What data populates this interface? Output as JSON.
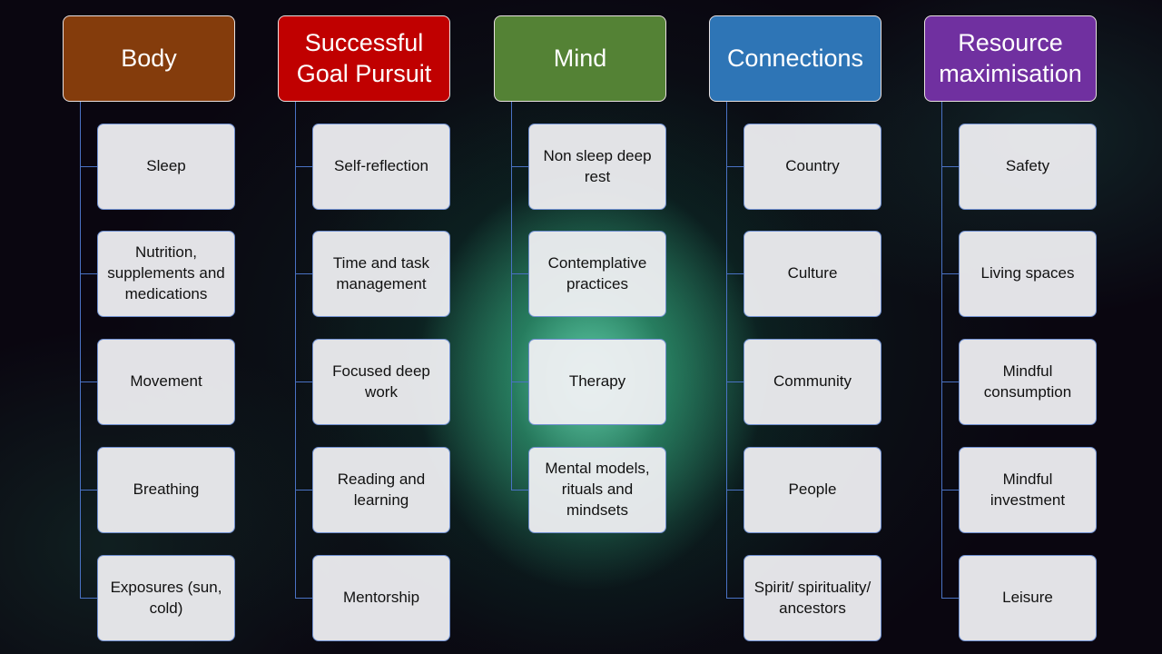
{
  "categories": [
    {
      "title": "Body",
      "color": "#843C0C",
      "items": [
        "Sleep",
        "Nutrition, supplements and medications",
        "Movement",
        "Breathing",
        "Exposures (sun, cold)"
      ]
    },
    {
      "title": "Successful Goal Pursuit",
      "color": "#C00000",
      "items": [
        "Self-reflection",
        "Time and task management",
        "Focused deep work",
        "Reading and learning",
        "Mentorship"
      ]
    },
    {
      "title": "Mind",
      "color": "#548235",
      "items": [
        "Non sleep deep rest",
        "Contemplative practices",
        "Therapy",
        "Mental models, rituals and mindsets"
      ]
    },
    {
      "title": "Connections",
      "color": "#2E75B6",
      "items": [
        "Country",
        "Culture",
        "Community",
        "People",
        "Spirit/ spirituality/ ancestors"
      ]
    },
    {
      "title": "Resource maximisation",
      "color": "#7030A0",
      "items": [
        "Safety",
        "Living spaces",
        "Mindful consumption",
        "Mindful investment",
        "Leisure"
      ]
    }
  ]
}
